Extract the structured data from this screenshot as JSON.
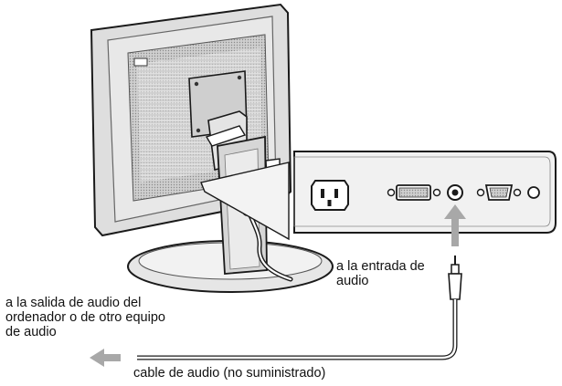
{
  "labels": {
    "audio_input": [
      "a la entrada de",
      "audio"
    ],
    "audio_output": [
      "a la salida de audio del",
      "ordenador o de otro equipo",
      "de audio"
    ],
    "cable": "cable de audio (no suministrado)"
  },
  "colors": {
    "outline": "#1a1a1a",
    "panel": "#d9d9d9",
    "callout": "#efefef",
    "arrow": "#a8a8a8"
  },
  "icons": [
    "monitor-rear-icon",
    "ac-inlet-icon",
    "dvi-connector-icon",
    "audio-jack-icon",
    "vga-connector-icon",
    "stereo-mini-plug-icon"
  ]
}
